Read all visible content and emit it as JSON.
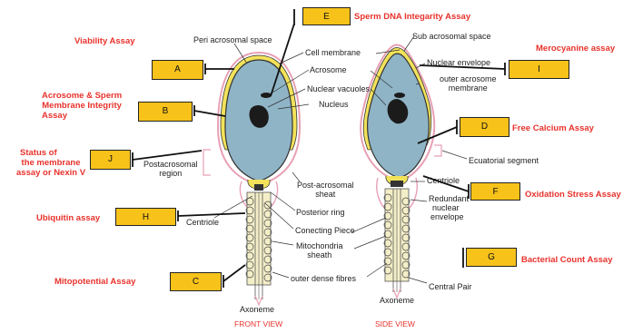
{
  "boxes": {
    "A": "A",
    "B": "B",
    "C": "C",
    "D": "D",
    "E": "E",
    "F": "F",
    "G": "G",
    "H": "H",
    "I": "I",
    "J": "J"
  },
  "assays": {
    "viability": "Viability Assay",
    "acrosome_integrity": [
      "Acrosome & Sperm",
      "Membrane Integrity",
      "Assay"
    ],
    "membrane_status": [
      "Status of",
      "the membrane",
      "assay or Nexin V"
    ],
    "ubiquitin": "Ubiquitin assay",
    "mitopotential": "Mitopotential Assay",
    "dna_integrity": "Sperm DNA Integarity Assay",
    "merocyanine": "Merocyanine  assay",
    "free_calcium": "Free Calcium Assay",
    "oxidation": "Oxidation Stress Assay",
    "bacterial": "Bacterial Count Assay"
  },
  "labels": {
    "peri_acrosomal": "Peri acrosomal space",
    "cell_membrane": "Cell membrane",
    "acrosome": "Acrosome",
    "nuclear_vacuoles": "Nuclear vacuoles",
    "nucleus": "Nucleus",
    "postacrosomal_region": [
      "Postacrosomal",
      "region"
    ],
    "post_acrosomal_sheat": [
      "Post-acrosomal",
      "sheat"
    ],
    "posterior_ring": "Posterior ring",
    "centriole_front": "Centriole",
    "conecting_piece": "Conecting Piece",
    "mitochondria_sheath": [
      "Mitochondria",
      "sheath"
    ],
    "outer_dense_fibres": "outer dense fibres",
    "axoneme_front": "Axoneme",
    "sub_acrosomal": "Sub acrosomal space",
    "nuclear_envelope": "Nuclear envelope",
    "outer_acrosome_membrane": [
      "outer acrosome",
      "membrane"
    ],
    "ecuatorial_segment": "Ecuatorial segment",
    "centriole_side": "Centriole",
    "redundant_envelope": [
      "Redundant",
      "nuclear",
      "envelope"
    ],
    "central_pair": "Central Pair",
    "axoneme_side": "Axoneme"
  },
  "views": {
    "front": "FRONT VIEW",
    "side": "SIDE VIEW"
  },
  "colors": {
    "assay_text": "#e8322c",
    "box_fill": "#f7c21a",
    "head_fill": "#8fb4c6",
    "acrosome_yellow": "#f2e25a",
    "membrane_pink": "#e8a0b4",
    "nucleus": "#1b1b1b"
  }
}
